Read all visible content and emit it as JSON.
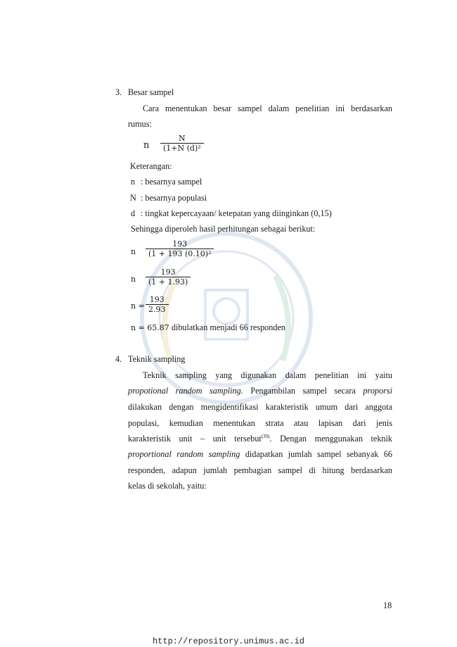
{
  "section3": {
    "number": "3.",
    "heading": "Besar sampel",
    "intro_line1": "Cara menentukan besar sampel dalam penelitian ini berdasarkan",
    "intro_line2": "rumus:",
    "formula": {
      "lhs": "n",
      "numerator": "N",
      "denominator": "(1+N (d)²"
    },
    "keterangan_label": "Keterangan:",
    "definitions": [
      {
        "symbol": "n",
        "text": ": besarnya sampel"
      },
      {
        "symbol": "N",
        "text": ": besarnya populasi"
      },
      {
        "symbol": "d",
        "text": ": tingkat kepercayaan/ ketepatan yang diinginkan (0,15)"
      }
    ],
    "result_intro": "Sehingga diperoleh hasil perhitungan sebagai berikut:",
    "calc": [
      {
        "lhs": "n",
        "numerator": "193",
        "denominator": "(1 + 193 (0.10)²"
      },
      {
        "lhs": "n",
        "numerator": "193",
        "denominator": "(1 + 1.93)"
      },
      {
        "lhs": "n =",
        "numerator": "193",
        "denominator": "2.93"
      }
    ],
    "final": {
      "lhs": "n = 65.87",
      "text": " dibulatkan menjadi 66 responden"
    }
  },
  "section4": {
    "number": "4.",
    "heading": "Teknik sampling",
    "p_line1": "Teknik sampling yang digunakan dalam penelitian ini yaitu",
    "p_line2_italic": "propotional random sampling.",
    "p_line2_text": " Pengambilan sampel secara ",
    "p_line2_italic2": "proporsi",
    "p_line3": "dilakukan dengan mengidentifikasi karakteristik umum dari anggota",
    "p_line4": "populasi, kemudian menentukan strata atau lapisan dari jenis",
    "p_line5_a": "karakteristik unit – unit tersebut",
    "p_line5_sup": "(39)",
    "p_line5_b": ". Dengan menggunakan teknik",
    "p_line6_italic": "proportional random sampling",
    "p_line6_text": " didapatkan jumlah sampel sebanyak 66",
    "p_line7": "responden, adapun jumlah pembagian sampel di hitung berdasarkan",
    "p_line8": "kelas di sekolah, yaitu:"
  },
  "page_number": "18",
  "footer_url": "http://repository.unimus.ac.id"
}
